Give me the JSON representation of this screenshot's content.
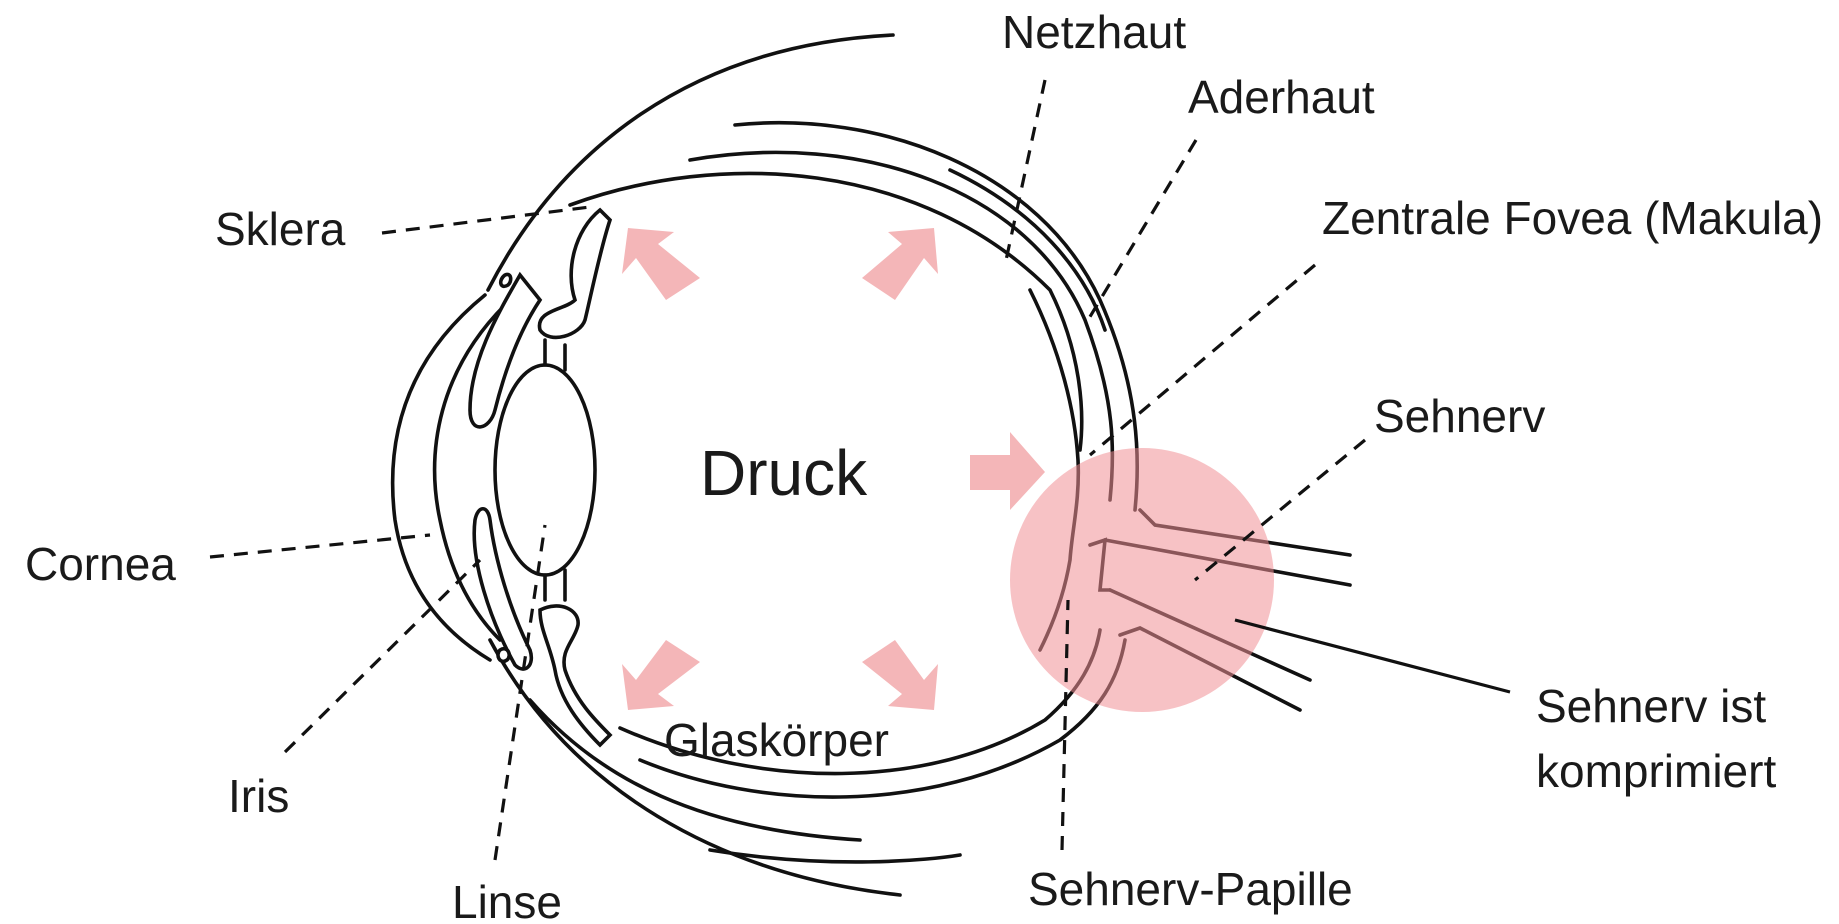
{
  "labels": {
    "netzhaut": "Netzhaut",
    "aderhaut": "Aderhaut",
    "fovea": "Zentrale Fovea (Makula)",
    "sehnerv": "Sehnerv",
    "sklera": "Sklera",
    "cornea": "Cornea",
    "iris": "Iris",
    "linse": "Linse",
    "glaskoerper": "Glaskörper",
    "papille": "Sehnerv-Papille",
    "compressed_line1": "Sehnerv ist",
    "compressed_line2": "komprimiert",
    "center": "Druck"
  },
  "colors": {
    "pressure_arrow": "#f4b6b8",
    "compression_zone": "#f08f95",
    "line": "#111111",
    "text": "#1a1a1a"
  }
}
